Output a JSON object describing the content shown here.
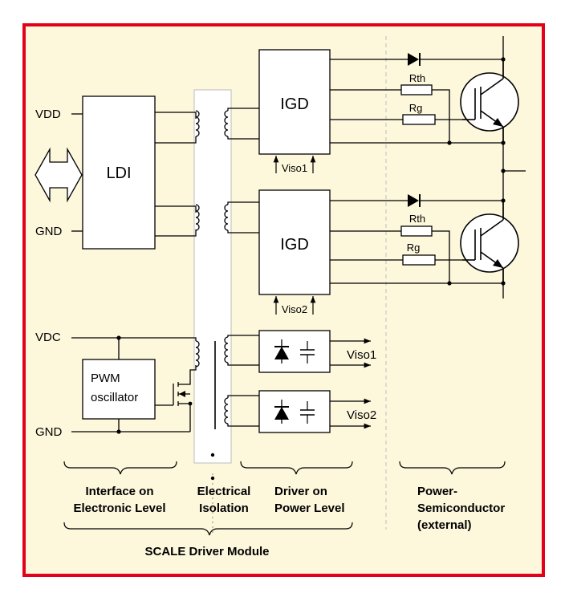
{
  "pins": {
    "vdd": "VDD",
    "gnd_top": "GND",
    "vdc": "VDC",
    "gnd_bottom": "GND"
  },
  "blocks": {
    "ldi": "LDI",
    "igd_top": "IGD",
    "igd_bottom": "IGD",
    "pwm_line1": "PWM",
    "pwm_line2": "oscillator"
  },
  "supplies": {
    "viso1_in": "Viso1",
    "viso2_in": "Viso2",
    "viso1_out": "Viso1",
    "viso2_out": "Viso2"
  },
  "resistors": {
    "rth_top": "Rth",
    "rg_top": "Rg",
    "rth_bottom": "Rth",
    "rg_bottom": "Rg"
  },
  "sections": {
    "interface_l1": "Interface on",
    "interface_l2": "Electronic Level",
    "isolation_l1": "Electrical",
    "isolation_l2": "Isolation",
    "driver_l1": "Driver on",
    "driver_l2": "Power Level",
    "power_l1": "Power-",
    "power_l2": "Semiconductor",
    "power_l3": "(external)",
    "module": "SCALE Driver Module"
  },
  "colors": {
    "frame": "#e2001a",
    "background": "#fdf7dc",
    "isolation_barrier": "#ffffff"
  }
}
